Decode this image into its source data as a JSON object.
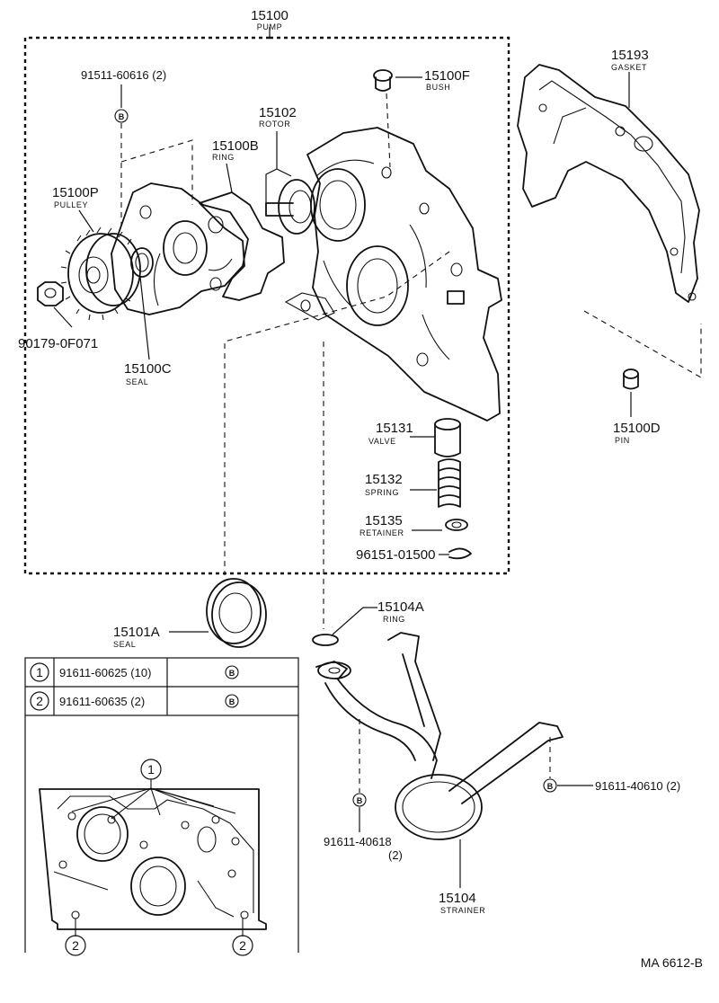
{
  "labels": {
    "pump_no": "15100",
    "pump_name": "PUMP",
    "bolt_top_no": "91511-60616 (2)",
    "bush_no": "15100F",
    "bush_name": "BUSH",
    "rotor_no": "15102",
    "rotor_name": "ROTOR",
    "ring_b_no": "15100B",
    "ring_b_name": "RING",
    "pulley_no": "15100P",
    "pulley_name": "PULLEY",
    "nut_no": "90179-0F071",
    "seal_c_no": "15100C",
    "seal_c_name": "SEAL",
    "gasket_no": "15193",
    "gasket_name": "GASKET",
    "pin_no": "15100D",
    "pin_name": "PIN",
    "valve_no": "15131",
    "valve_name": "VALVE",
    "spring_no": "15132",
    "spring_name": "SPRING",
    "retainer_no": "15135",
    "retainer_name": "RETAINER",
    "clip_no": "96151-01500",
    "seal_a_no": "15101A",
    "seal_a_name": "SEAL",
    "ring_a_no": "15104A",
    "ring_a_name": "RING",
    "bolt_right_no": "91611-40610 (2)",
    "bolt_bottom_no": "91611-40618",
    "bolt_bottom_qty": "(2)",
    "strainer_no": "15104",
    "strainer_name": "STRAINER",
    "b_marker": "B",
    "code": "MA 6612-B"
  },
  "table": {
    "rows": [
      {
        "index": "1",
        "part": "91611-60625 (10)",
        "mark": "B"
      },
      {
        "index": "2",
        "part": "91611-60635 (2)",
        "mark": "B"
      }
    ]
  },
  "inset": {
    "callout_top": "1",
    "callout_left": "2",
    "callout_right": "2"
  }
}
